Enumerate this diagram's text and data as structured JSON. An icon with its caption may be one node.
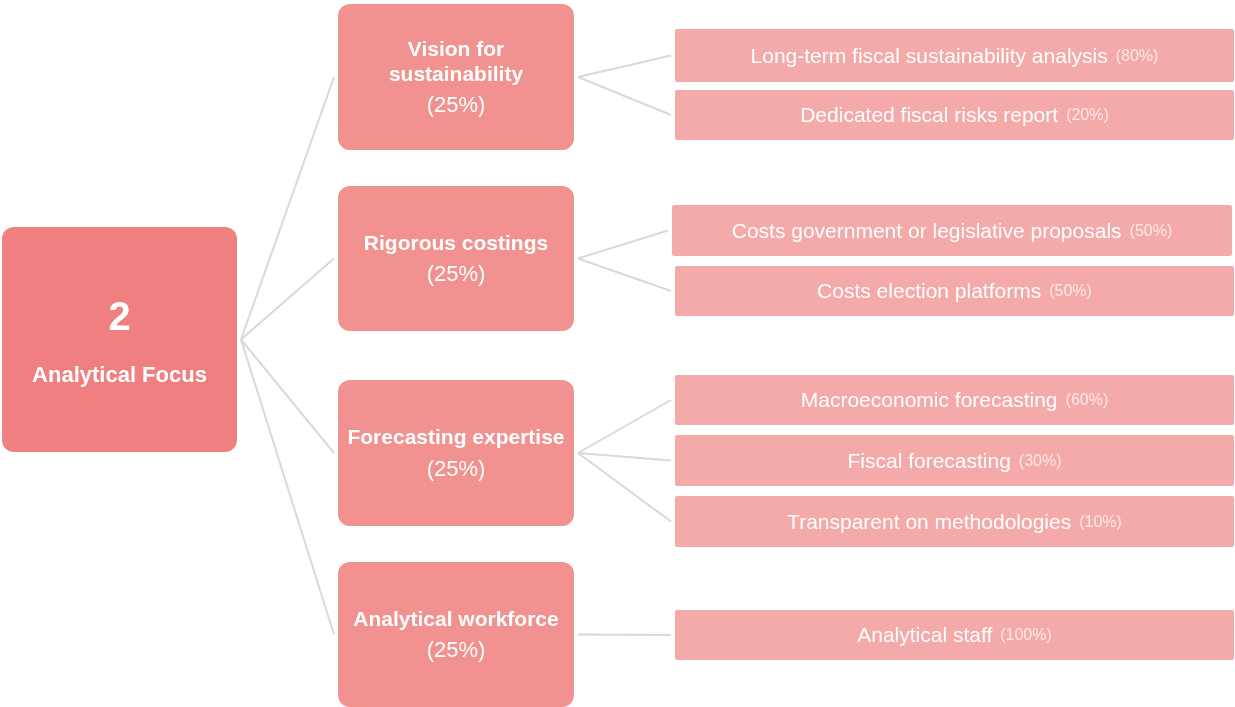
{
  "diagram": {
    "nodes": [
      {
        "text": [
          "2",
          "Analytical Focus"
        ]
      },
      {
        "text": [
          "Vision for sustainability",
          "(25%)"
        ]
      },
      {
        "text": [
          "Rigorous costings",
          "(25%)"
        ]
      },
      {
        "text": [
          "Forecasting expertise",
          "(25%)"
        ]
      },
      {
        "text": [
          "Analytical workforce",
          "(25%)"
        ]
      },
      {
        "text": [
          "Long-term fiscal sustainability analysis",
          "(80%)"
        ]
      },
      {
        "text": [
          "Dedicated fiscal risks report",
          "(20%)"
        ]
      },
      {
        "text": [
          "Costs government or legislative proposals",
          "(50%)"
        ]
      },
      {
        "text": [
          "Costs election platforms",
          "(50%)"
        ]
      },
      {
        "text": [
          "Macroeconomic forecasting",
          "(60%)"
        ]
      },
      {
        "text": [
          "Fiscal forecasting",
          "(30%)"
        ]
      },
      {
        "text": [
          "Transparent on methodologies",
          "(10%)"
        ]
      },
      {
        "text": [
          "Analytical staff",
          "(100%)"
        ]
      }
    ],
    "edges": [
      {
        "from": 0,
        "to": 1,
        "arrow": "none"
      },
      {
        "from": 0,
        "to": 2,
        "arrow": "none"
      },
      {
        "from": 0,
        "to": 3,
        "arrow": "none"
      },
      {
        "from": 0,
        "to": 4,
        "arrow": "none"
      },
      {
        "from": 1,
        "to": 5,
        "arrow": "none"
      },
      {
        "from": 1,
        "to": 6,
        "arrow": "none"
      },
      {
        "from": 2,
        "to": 7,
        "arrow": "none"
      },
      {
        "from": 2,
        "to": 8,
        "arrow": "none"
      },
      {
        "from": 3,
        "to": 9,
        "arrow": "none"
      },
      {
        "from": 3,
        "to": 10,
        "arrow": "none"
      },
      {
        "from": 3,
        "to": 11,
        "arrow": "none"
      },
      {
        "from": 4,
        "to": 12,
        "arrow": "none"
      }
    ]
  }
}
